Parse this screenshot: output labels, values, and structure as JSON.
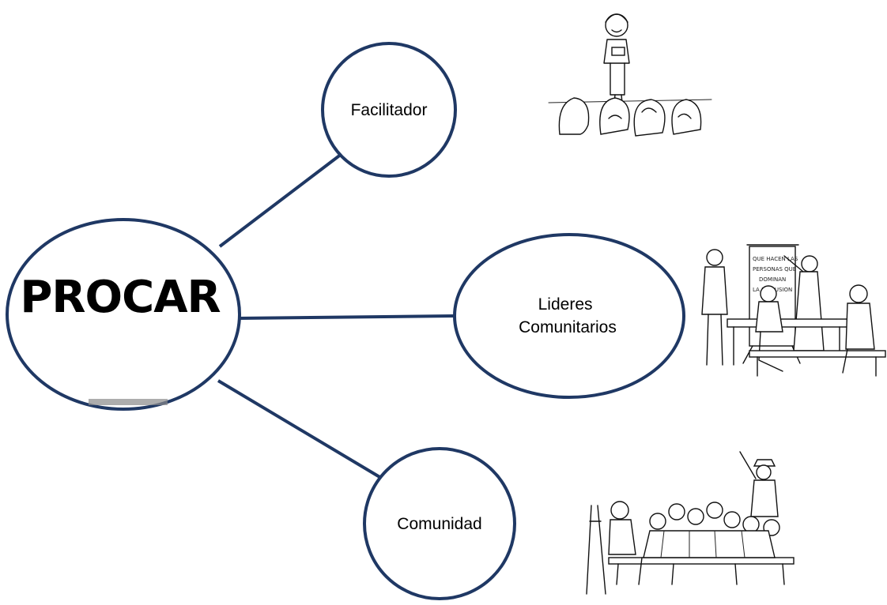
{
  "diagram": {
    "center": {
      "label": "PROCAR"
    },
    "nodes": [
      {
        "id": "facilitador",
        "label_lines": [
          "Facilitador"
        ]
      },
      {
        "id": "lideres",
        "label_lines": [
          "Lideres",
          "Comunitarios"
        ]
      },
      {
        "id": "comunidad",
        "label_lines": [
          "Comunidad"
        ]
      }
    ],
    "illustrations": {
      "lideres_poster_lines": [
        "QUE HACEN LAS",
        "PERSONAS QUE",
        "DOMINAN",
        "LA DISCUSION"
      ]
    }
  },
  "colors": {
    "node_stroke": "#1f3864",
    "connector": "#1f3864",
    "background": "#ffffff",
    "text": "#000000"
  }
}
